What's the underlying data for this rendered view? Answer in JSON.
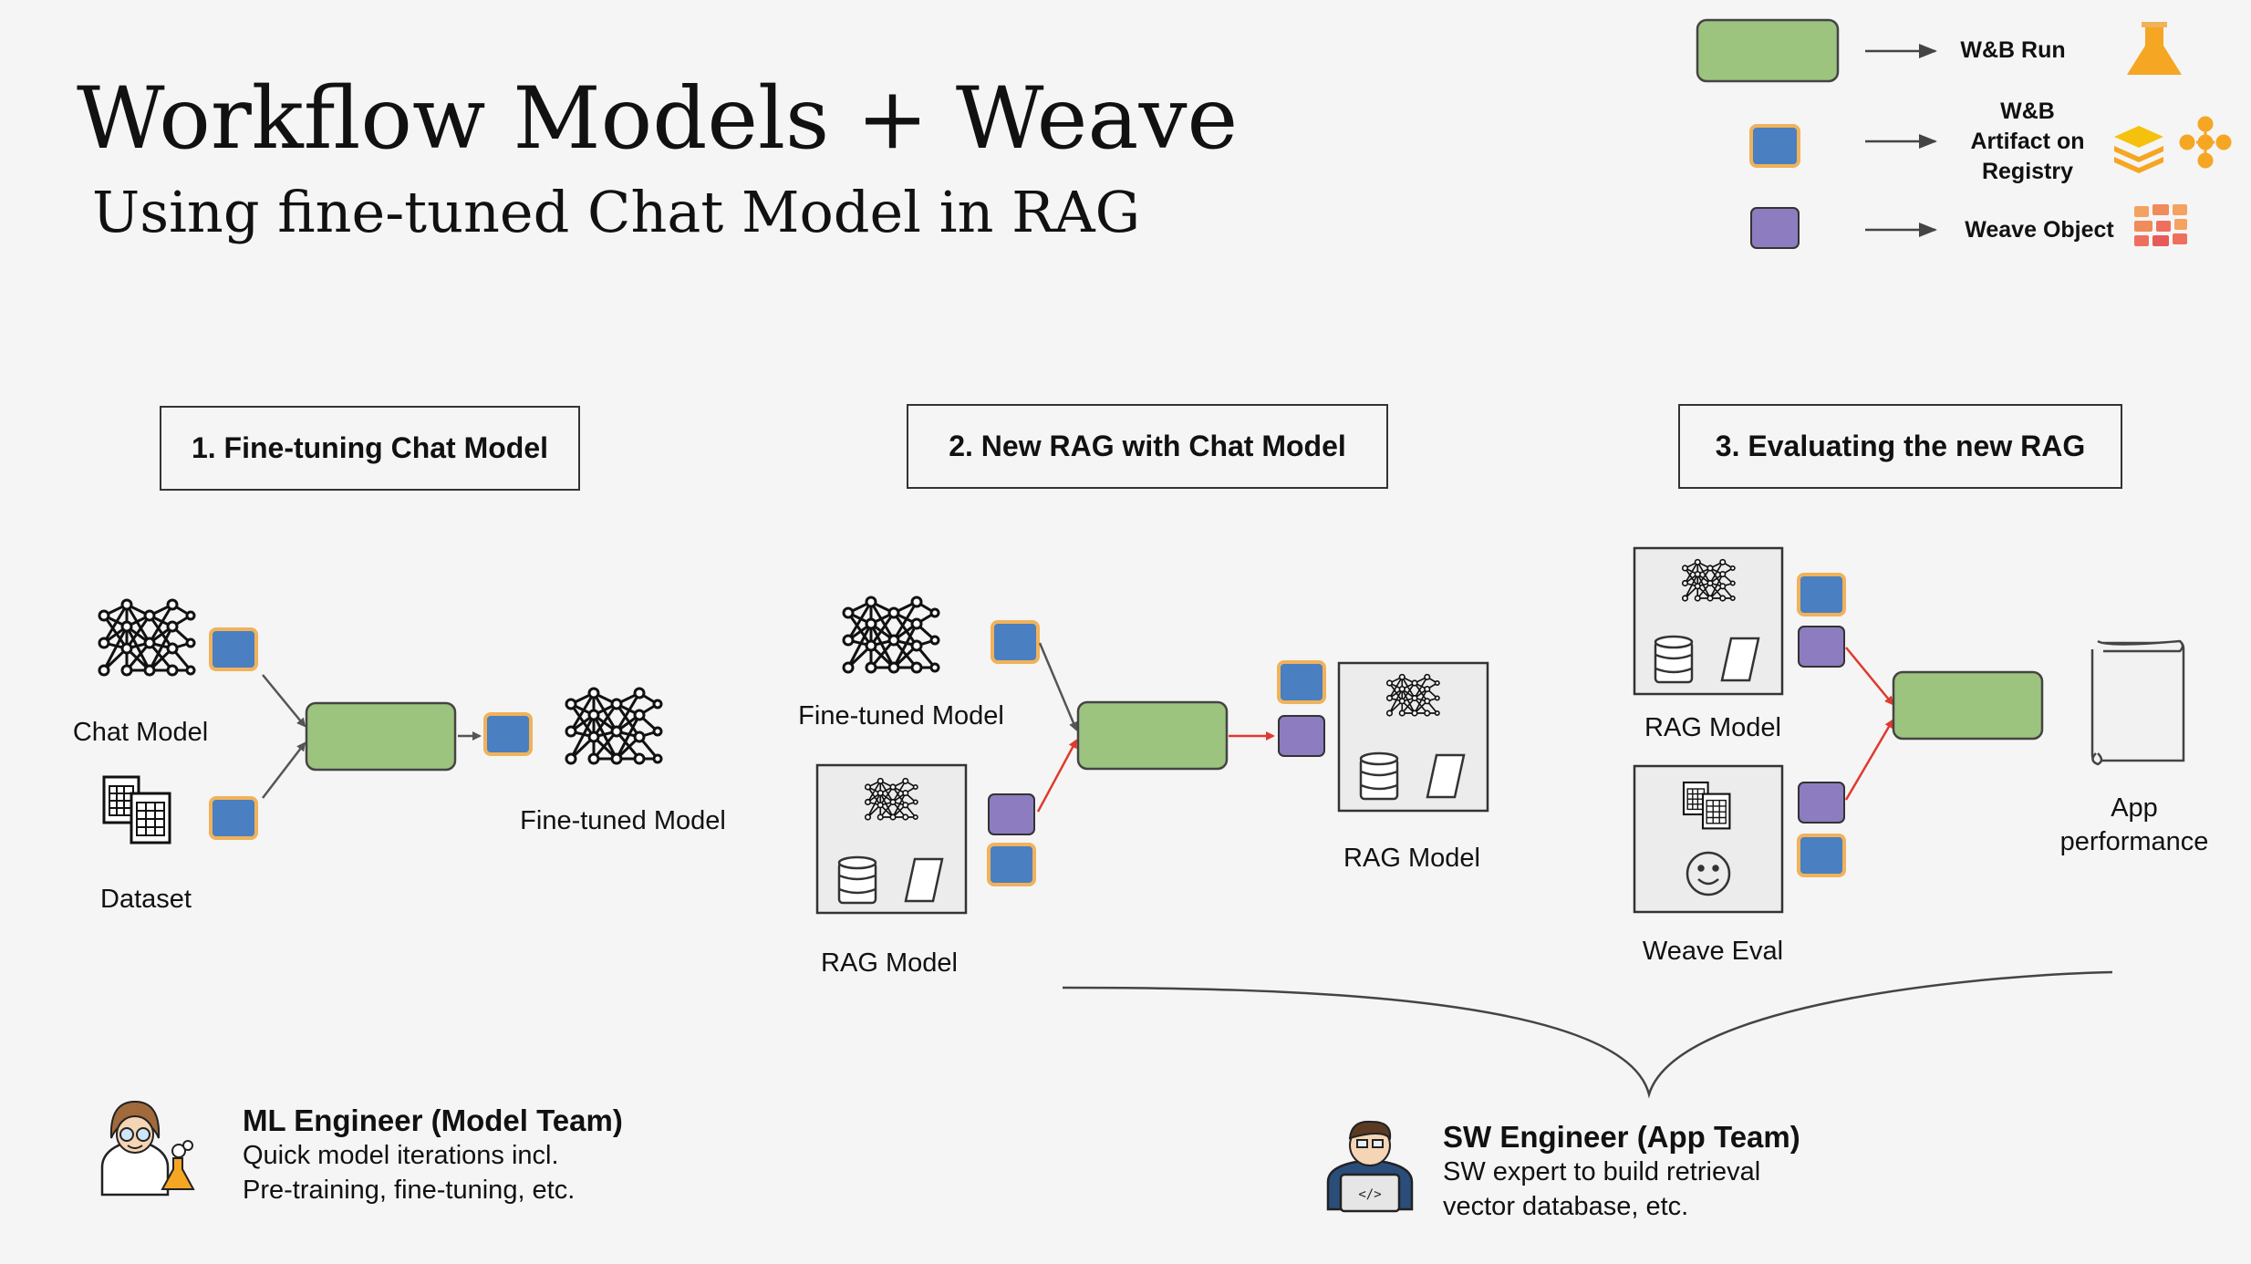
{
  "title": "Workflow Models + Weave",
  "subtitle": "Using fine-tuned Chat Model in RAG",
  "legend": {
    "run": "W&B Run",
    "artifact": "W&B\nArtifact on\nRegistry",
    "weave_object": "Weave Object"
  },
  "stages": [
    "1. Fine-tuning Chat Model",
    "2. New RAG with Chat Model",
    "3. Evaluating the new RAG"
  ],
  "labels": {
    "chat_model": "Chat Model",
    "dataset": "Dataset",
    "fine_tuned_model_1": "Fine-tuned Model",
    "fine_tuned_model_2": "Fine-tuned Model",
    "rag_model_input": "RAG Model",
    "rag_model_output": "RAG Model",
    "rag_model_eval": "RAG Model",
    "weave_eval": "Weave Eval",
    "app_performance": "App\nperformance"
  },
  "personas": {
    "ml": {
      "title": "ML Engineer (Model Team)",
      "line1": "Quick model iterations incl.",
      "line2": "Pre-training, fine-tuning, etc."
    },
    "sw": {
      "title": "SW Engineer (App Team)",
      "line1": "SW expert to  build retrieval",
      "line2": "vector database, etc."
    }
  },
  "colors": {
    "run_green": "#9dc47f",
    "artifact_blue": "#4a7fc1",
    "artifact_border": "#f0b25a",
    "weave_purple": "#8d7cc0",
    "red_arrow": "#e03a2e",
    "gray_arrow": "#555555"
  },
  "icons": [
    "neural-network-icon",
    "dataset-icon",
    "database-icon",
    "document-icon",
    "smiley-icon",
    "scroll-icon",
    "flask-icon",
    "layers-icon",
    "graph-icon",
    "blocks-icon",
    "scientist-avatar",
    "developer-avatar"
  ]
}
